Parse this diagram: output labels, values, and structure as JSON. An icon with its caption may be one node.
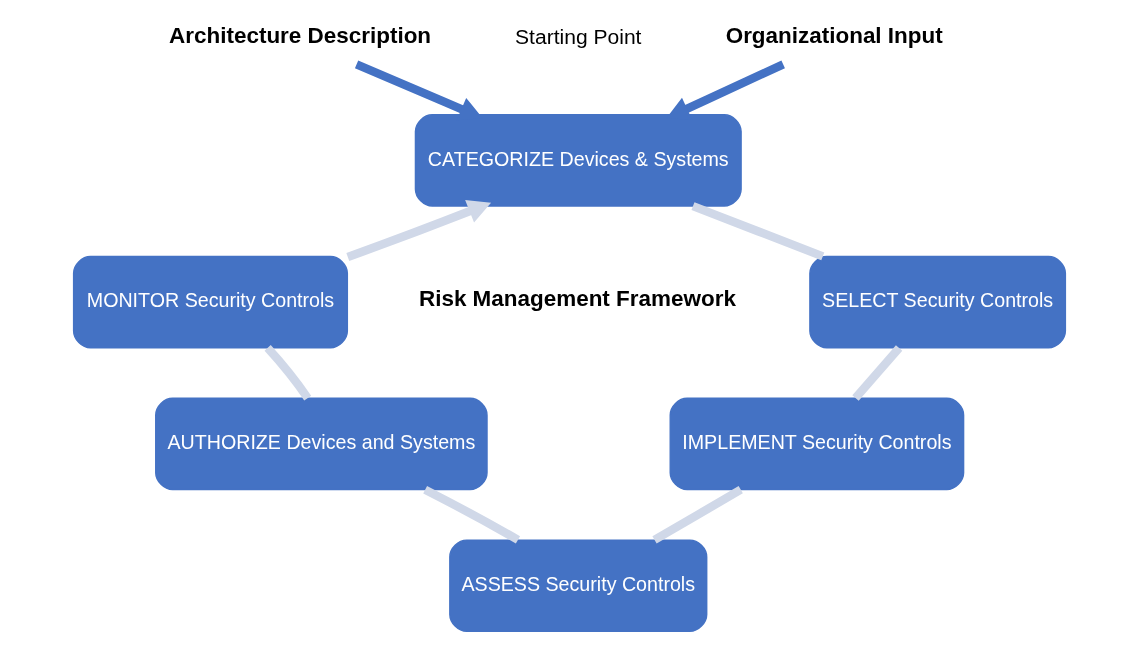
{
  "diagram": {
    "nodes": [
      {
        "text": [
          "Architecture Description"
        ]
      },
      {
        "text": [
          "Organizational Input"
        ]
      },
      {
        "text": [
          "CATEGORIZE Devices & Systems"
        ],
        "beside": [
          "Starting Point"
        ]
      },
      {
        "text": [
          "SELECT Security Controls"
        ]
      },
      {
        "text": [
          "IMPLEMENT Security Controls"
        ]
      },
      {
        "text": [
          "ASSESS Security Controls"
        ]
      },
      {
        "text": [
          "AUTHORIZE Devices and Systems"
        ]
      },
      {
        "text": [
          "MONITOR Security Controls"
        ]
      }
    ],
    "edges": [
      {
        "from": 0,
        "to": 2,
        "arrow": "to",
        "color": "#4472c4"
      },
      {
        "from": 1,
        "to": 2,
        "arrow": "to",
        "color": "#4472c4"
      },
      {
        "from": 2,
        "to": 3,
        "arrow": "none"
      },
      {
        "from": 3,
        "to": 4,
        "arrow": "none"
      },
      {
        "from": 4,
        "to": 5,
        "arrow": "none"
      },
      {
        "from": 5,
        "to": 6,
        "arrow": "none"
      },
      {
        "from": 6,
        "to": 7,
        "arrow": "none"
      },
      {
        "from": 7,
        "to": 2,
        "arrow": "to"
      }
    ],
    "labels": [
      "Risk Management Framework"
    ]
  }
}
